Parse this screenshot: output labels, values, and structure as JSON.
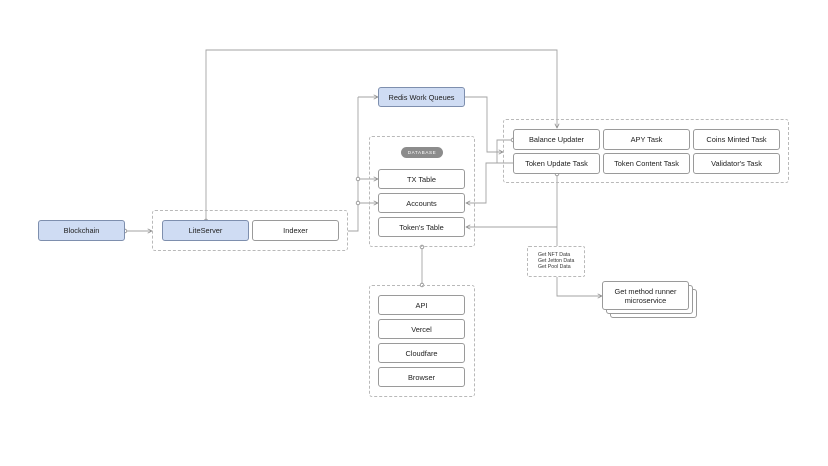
{
  "nodes": {
    "blockchain": "Blockchain",
    "liteserver": "LiteServer",
    "indexer": "Indexer",
    "redis": "Redis Work Queues",
    "database_badge": "DATABASE",
    "tx_table": "TX Table",
    "accounts": "Accounts",
    "tokens_table": "Token's Table",
    "balance_updater": "Balance Updater",
    "apy_task": "APY Task",
    "coins_minted_task": "Coins Minted Task",
    "token_update_task": "Token Update Task",
    "token_content_task": "Token Content Task",
    "validators_task": "Validator's Task",
    "api": "API",
    "vercel": "Vercel",
    "cloudfare": "Cloudfare",
    "browser": "Browser",
    "get_method_runner": "Get method runner microservice"
  },
  "note": {
    "lines": [
      "Get NFT Data",
      "Get Jetton Data",
      "Get Pool Data"
    ]
  },
  "colors": {
    "highlight_fill": "#cfdcf3",
    "border": "#9a9a9a",
    "connector": "#9a9a9a",
    "badge": "#8c8c8c"
  }
}
